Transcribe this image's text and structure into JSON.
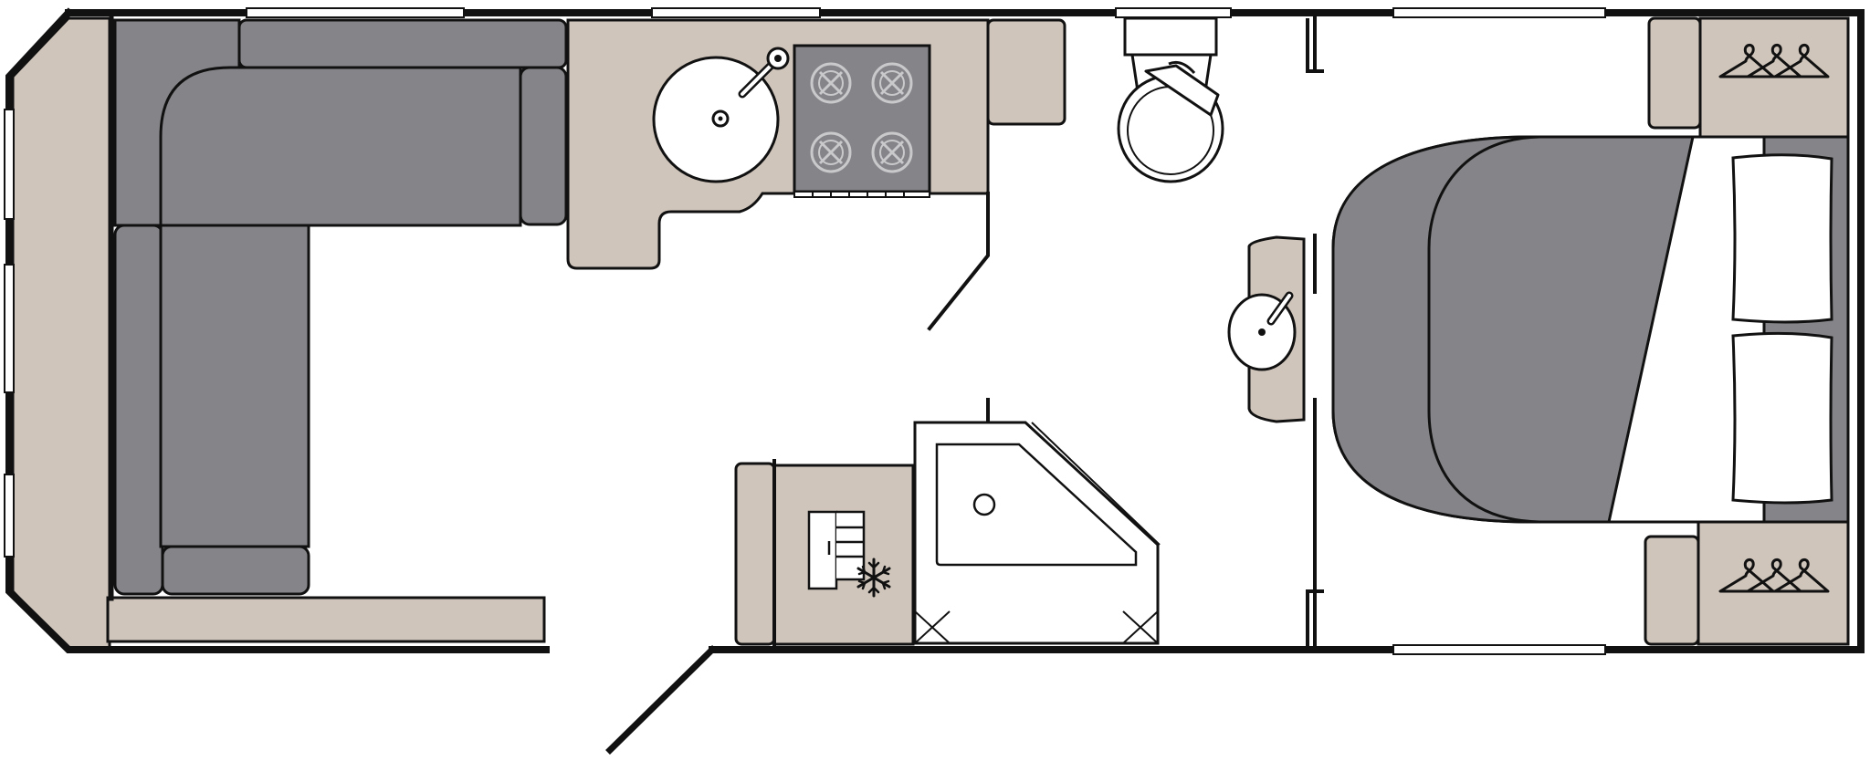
{
  "diagram": {
    "type": "caravan-floor-plan",
    "colors": {
      "background": "#ffffff",
      "outline": "#111111",
      "upholstery": "#858589",
      "furniture": "#cfc5bb",
      "pillow": "#ffffff"
    },
    "areas": [
      {
        "id": "lounge",
        "items": [
          "l-shaped-sofa"
        ]
      },
      {
        "id": "kitchen",
        "items": [
          "round-sink",
          "four-burner-hob",
          "fridge-freezer"
        ]
      },
      {
        "id": "washroom",
        "items": [
          "toilet",
          "washbasin",
          "corner-shower"
        ]
      },
      {
        "id": "bedroom",
        "items": [
          "island-bed",
          "pillow",
          "pillow",
          "wardrobe",
          "wardrobe"
        ]
      }
    ],
    "icons": [
      "snowflake-icon",
      "hanger-icon",
      "hanger-icon"
    ]
  }
}
